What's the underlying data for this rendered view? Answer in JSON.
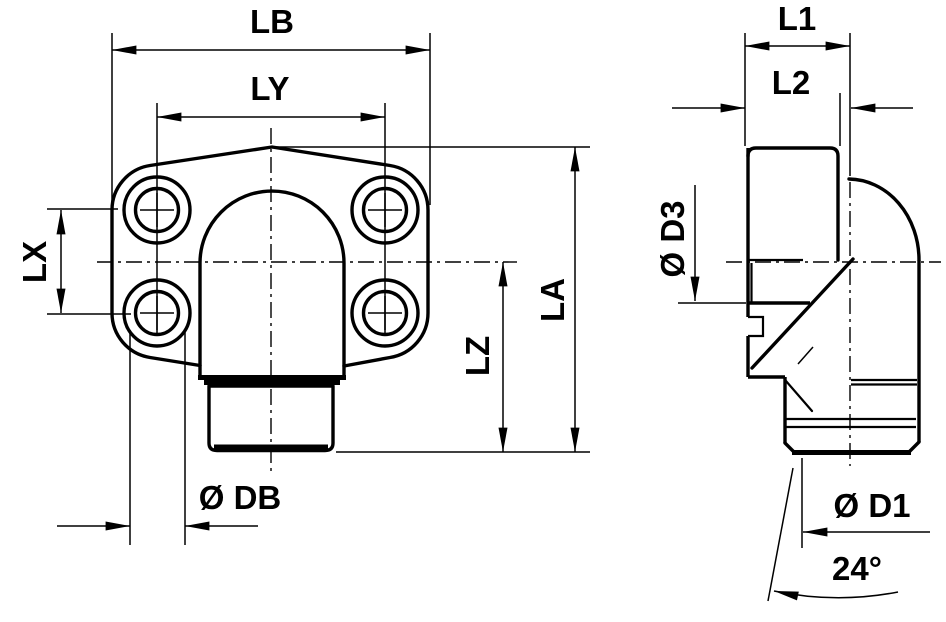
{
  "drawing": {
    "background_color": "#ffffff",
    "line_color": "#000000",
    "front_view": {
      "labels": {
        "lb": "LB",
        "ly": "LY",
        "lx": "LX",
        "db": "Ø DB",
        "lz": "LZ",
        "la": "LA"
      }
    },
    "side_view": {
      "labels": {
        "l1": "L1",
        "l2": "L2",
        "d3": "Ø D3",
        "d1": "Ø D1",
        "cone_angle": "24°"
      }
    }
  }
}
